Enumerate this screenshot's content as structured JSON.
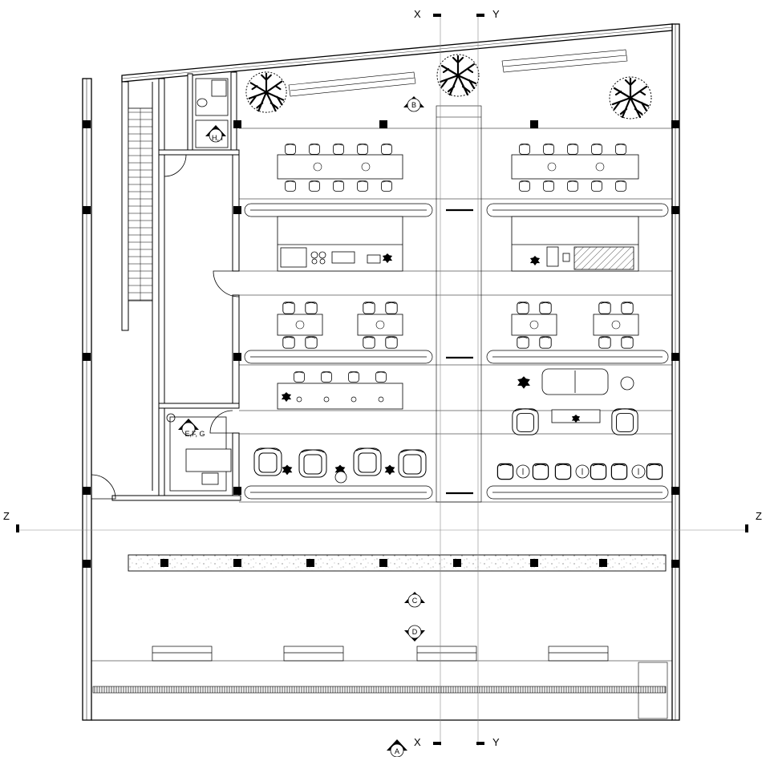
{
  "section_lines": {
    "x": "X",
    "y": "Y",
    "z": "Z"
  },
  "view_markers": {
    "a": "A",
    "b": "B",
    "c": "C",
    "d": "D",
    "efg": "E,F, G",
    "hi": "H, I"
  }
}
